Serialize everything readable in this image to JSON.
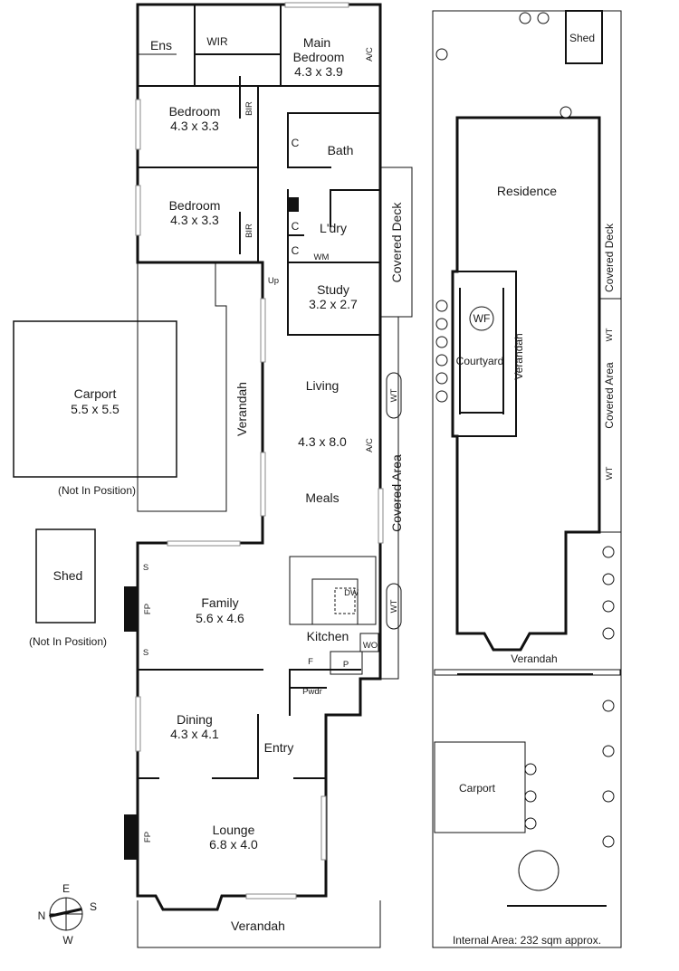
{
  "floor_plan": {
    "rooms": {
      "ensuite": "Ens",
      "wir": "WIR",
      "main_bedroom": {
        "name": "Main\nBedroom",
        "size": "4.3 x 3.9"
      },
      "bedroom_2": {
        "name": "Bedroom",
        "size": "4.3 x 3.3"
      },
      "bedroom_3": {
        "name": "Bedroom",
        "size": "4.3 x 3.3"
      },
      "bir": "BIR",
      "bath": "Bath",
      "laundry": "L'dry",
      "wm": "WM",
      "cupboard": "C",
      "study": {
        "name": "Study",
        "size": "3.2 x 2.7"
      },
      "living": {
        "name": "Living",
        "size": "4.3 x 8.0"
      },
      "meals": "Meals",
      "family": {
        "name": "Family",
        "size": "5.6 x 4.6"
      },
      "kitchen": "Kitchen",
      "dw": "DW",
      "wo": "WO",
      "fridge": "F",
      "pantry": "P",
      "powder": "Pwdr",
      "dining": {
        "name": "Dining",
        "size": "4.3 x 4.1"
      },
      "entry": "Entry",
      "lounge": {
        "name": "Lounge",
        "size": "6.8 x 4.0"
      },
      "shelf": "S",
      "fireplace": "FP",
      "aircon": "A/C",
      "up": "Up"
    },
    "outdoor": {
      "covered_deck": "Covered Deck",
      "covered_area": "Covered Area",
      "verandah": "Verandah",
      "water_tank": "WT",
      "carport": {
        "name": "Carport",
        "size": "5.5 x 5.5",
        "note": "(Not In Position)"
      },
      "shed": {
        "name": "Shed",
        "note": "(Not In Position)"
      }
    }
  },
  "site_plan": {
    "shed": "Shed",
    "residence": "Residence",
    "covered_deck": "Covered Deck",
    "covered_area": "Covered Area",
    "courtyard": "Courtyard",
    "verandah": "Verandah",
    "water_feature": "WF",
    "water_tank": "WT",
    "carport": "Carport"
  },
  "compass": {
    "north": "N",
    "east": "E",
    "south": "S",
    "west": "W"
  },
  "internal_area": "Internal Area: 232 sqm approx."
}
